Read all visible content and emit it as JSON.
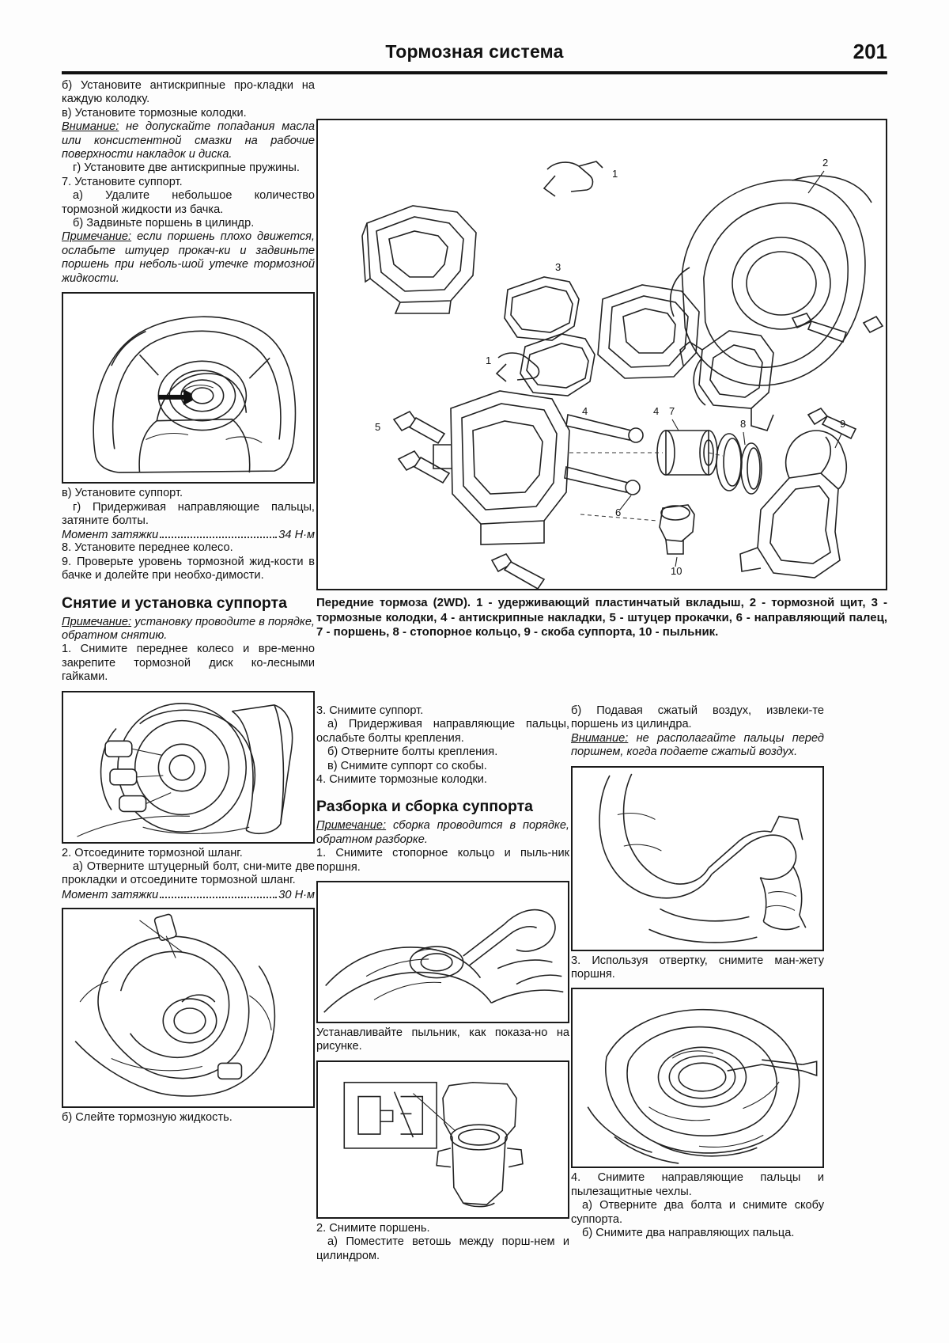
{
  "header": {
    "title": "Тормозная система",
    "page_number": "201"
  },
  "left_column": {
    "steps": [
      "б) Установите антискрипные про-кладки на каждую колодку.",
      "в) Установите тормозные колодки."
    ],
    "warning_1_lead": "Внимание:",
    "warning_1_text": " не допускайте попадания масла или консистентной смазки на рабочие поверхности накладок и диска.",
    "step_g": "г) Установите две антискрипные пружины.",
    "step_7": "7. Установите суппорт.",
    "step_7a": "а) Удалите небольшое количество тормозной жидкости из бачка.",
    "step_7b": "б) Задвиньте поршень в цилиндр.",
    "note_1_lead": "Примечание:",
    "note_1_text": " если поршень плохо движется, ослабьте штуцер прокач-ки и задвиньте поршень при неболь-шой утечке тормозной жидкости.",
    "after_fig_v": "в) Установите суппорт.",
    "after_fig_g": "г) Придерживая направляющие пальцы, затяните болты.",
    "torque_1_label": "Момент затяжки",
    "torque_1_value": "34 Н·м",
    "step_8": "8. Установите переднее колесо.",
    "step_9": "9. Проверьте уровень тормозной жид-кости в бачке и долейте при необхо-димости.",
    "heading": "Снятие и установка суппорта",
    "note_2_lead": "Примечание:",
    "note_2_text": " установку проводите в порядке, обратном снятию.",
    "step_1": "1. Снимите переднее колесо и вре-менно закрепите тормозной диск ко-лесными гайками.",
    "step_2": "2. Отсоедините тормозной шланг.",
    "step_2a": "а) Отверните штуцерный болт, сни-мите две прокладки и отсоедините тормозной шланг.",
    "torque_2_label": "Момент затяжки",
    "torque_2_value": "30 Н·м",
    "step_2b": "б) Слейте тормозную жидкость."
  },
  "figure_main": {
    "caption_title": "Передние тормоза (2WD).",
    "caption_items": " 1 - удерживающий пластинчатый вкладыш, 2 - тормозной щит, 3 - тормозные колодки, 4 - антискрипные накладки, 5 - штуцер прокачки, 6 - направляющий палец, 7 - поршень, 8 - стопорное кольцо, 9 - скоба суппорта, 10 - пыльник.",
    "callouts": [
      "1",
      "2",
      "3",
      "4",
      "5",
      "6",
      "7",
      "8",
      "9",
      "10"
    ]
  },
  "middle_column": {
    "step_3": "3. Снимите суппорт.",
    "step_3a": "а) Придерживая направляющие пальцы, ослабьте болты крепления.",
    "step_3b": "б) Отверните болты крепления.",
    "step_3v": "в) Снимите суппорт со скобы.",
    "step_4": "4. Снимите тормозные колодки.",
    "heading": "Разборка и сборка суппорта",
    "note_lead": "Примечание:",
    "note_text": " сборка проводится в порядке, обратном разборке.",
    "step_1": "1. Снимите стопорное кольцо и пыль-ник поршня.",
    "cap_boot": "Устанавливайте пыльник, как показа-но на рисунке.",
    "step_2": "2. Снимите поршень.",
    "step_2a": "а) Поместите ветошь между порш-нем и цилиндром."
  },
  "right_column": {
    "step_2b": "б) Подавая сжатый воздух, извлеки-те поршень из цилиндра.",
    "warning_lead": "Внимание:",
    "warning_text": " не располагайте пальцы перед поршнем, когда подаете сжатый воздух.",
    "step_3": "3. Используя отвертку, снимите ман-жету поршня.",
    "step_4": "4. Снимите направляющие пальцы и пылезащитные чехлы.",
    "step_4a": "а) Отверните два болта и снимите скобу суппорта.",
    "step_4b": "б) Снимите два направляющих пальца."
  }
}
